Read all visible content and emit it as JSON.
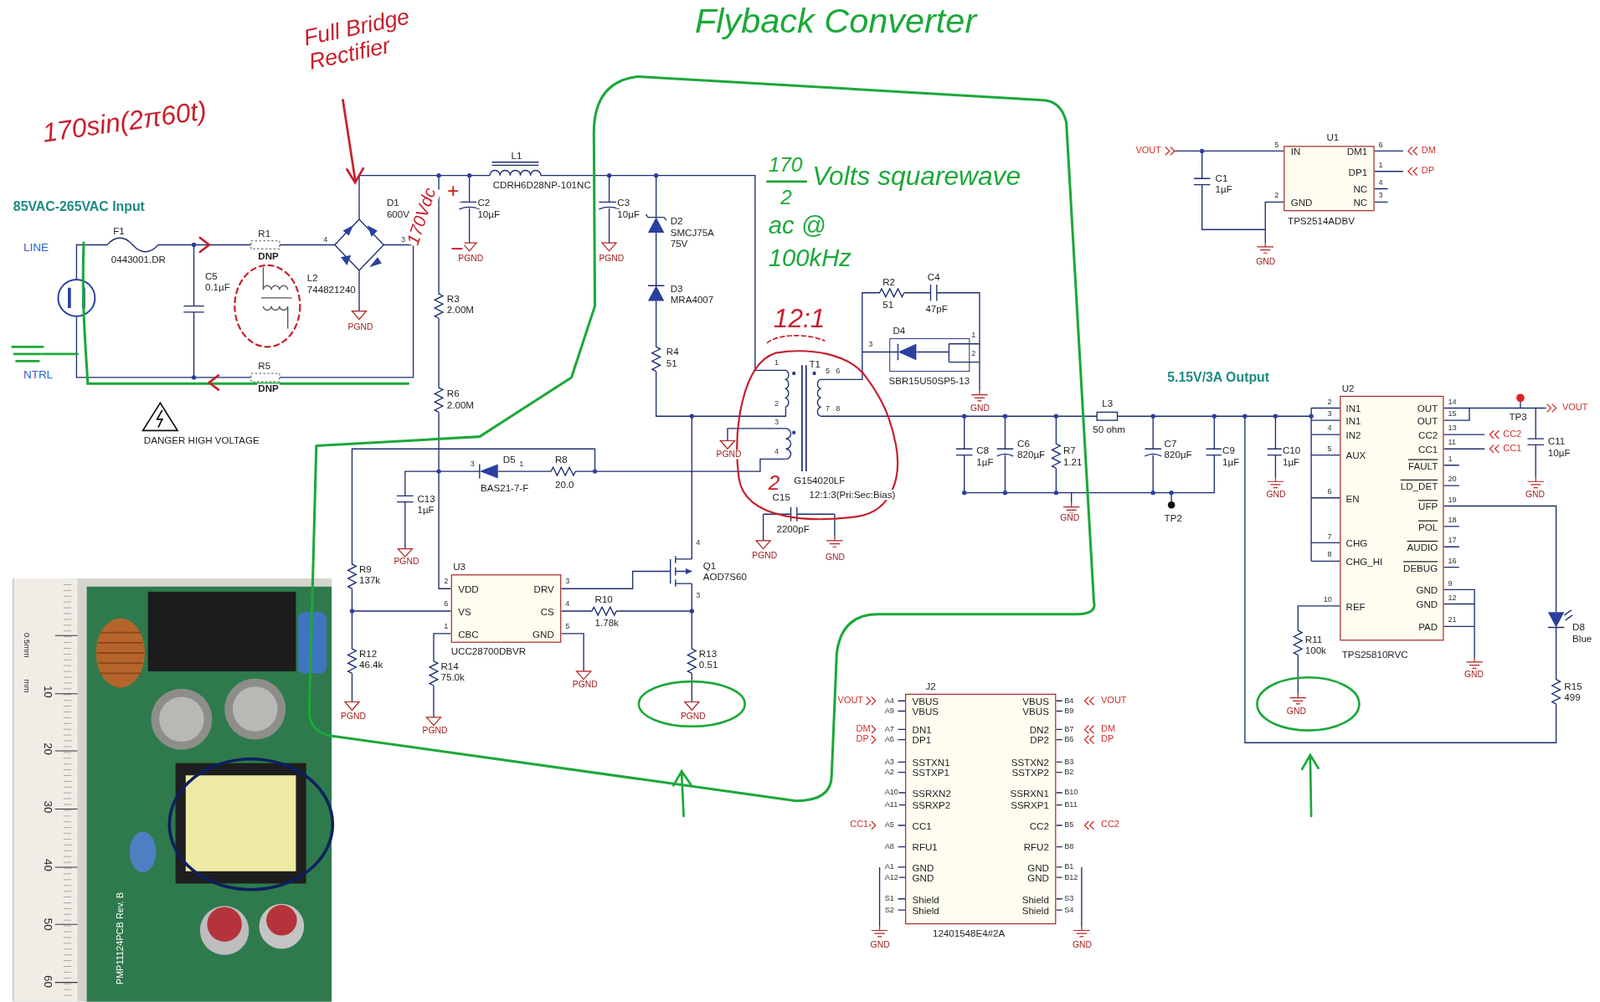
{
  "diagram": {
    "nodes": [
      {
        "text": [
          "Flyback Converter"
        ]
      },
      {
        "text": [
          "U3",
          "VDD",
          "DRV",
          "VS",
          "CS",
          "CBC",
          "GND",
          "UCC28700DBVR"
        ],
        "in": 0
      },
      {
        "text": [
          "U1",
          "IN",
          "DM1",
          "DP1",
          "NC",
          "NC",
          "GND",
          "TPS2514ADBV"
        ]
      },
      {
        "text": [
          "U2",
          "IN1",
          "IN1",
          "IN2",
          "AUX",
          "EN",
          "CHG",
          "CHG_HI",
          "REF",
          "OUT",
          "OUT",
          "CC2",
          "CC1",
          "FAULT",
          "LD_DET",
          "UFP",
          "POL",
          "AUDIO",
          "DEBUG",
          "GND",
          "GND",
          "PAD",
          "TPS25810RVC"
        ]
      },
      {
        "text": [
          "J2",
          "VBUS",
          "VBUS",
          "DN1",
          "DP1",
          "SSTXN1",
          "SSTXP1",
          "SSRXN2",
          "SSRXP2",
          "CC1",
          "RFU1",
          "GND",
          "GND",
          "Shield",
          "Shield",
          "VBUS",
          "VBUS",
          "DN2",
          "DP2",
          "SSTXN2",
          "SSTXP2",
          "SSRXN1",
          "SSRXP1",
          "CC2",
          "RFU2",
          "GND",
          "GND",
          "Shield",
          "Shield",
          "12401548E4#2A"
        ]
      }
    ],
    "labels": [
      "170sin(2π60t)",
      "Full Bridge Rectifier",
      "170Vdc",
      "+",
      "−",
      "170",
      "2",
      "Volts squarewave",
      "ac @",
      "100kHz",
      "12:1",
      "2",
      "85VAC-265VAC Input",
      "LINE",
      "NTRL",
      "F1",
      "0443001.DR",
      "C5",
      "0.1µF",
      "R1",
      "DNP",
      "L2",
      "744821240",
      "R5",
      "DNP",
      "4",
      "3",
      "D1",
      "600V",
      "PGND",
      "C2",
      "10µF",
      "PGND",
      "L1",
      "CDRH6D28NP-101NC",
      "C3",
      "10µF",
      "PGND",
      "D2",
      "SMCJ75A",
      "75V",
      "D3",
      "MRA4007",
      "R4",
      "51",
      "R3",
      "2.00M",
      "R6",
      "2.00M",
      "T1",
      "1",
      "2",
      "3",
      "4",
      "5",
      "6",
      "7",
      "8",
      "PGND",
      "G154020LF",
      "12:1:3(Pri:Sec:Bias)",
      "C15",
      "2200pF",
      "PGND",
      "GND",
      "R2",
      "51",
      "C4",
      "47pF",
      "D4",
      "3",
      "1",
      "2",
      "SBR15U50SP5-13",
      "GND",
      "5.15V/3A Output",
      "L3",
      "50 ohm",
      "C8",
      "1µF",
      "C6",
      "820µF",
      "R7",
      "1.21",
      "GND",
      "C7",
      "820µF",
      "C9",
      "1µF",
      "TP2",
      "D5",
      "3",
      "1",
      "BAS21-7-F",
      "R8",
      "20.0",
      "C13",
      "1µF",
      "PGND",
      "R9",
      "137k",
      "R12",
      "46.4k",
      "PGND",
      "2",
      "6",
      "1",
      "3",
      "4",
      "5",
      "R10",
      "1.78k",
      "R14",
      "75.0k",
      "PGND",
      "PGND",
      "Q1",
      "AOD7S60",
      "4",
      "3",
      "R13",
      "0.51",
      "PGND",
      "DANGER HIGH VOLTAGE",
      "VOUT",
      "5",
      "C1",
      "1µF",
      "2",
      "GND",
      "6",
      "1",
      "4",
      "3",
      "DM",
      "DP",
      "2",
      "3",
      "4",
      "5",
      "6",
      "7",
      "8",
      "10",
      "14",
      "15",
      "13",
      "11",
      "1",
      "20",
      "19",
      "18",
      "17",
      "16",
      "9",
      "12",
      "21",
      "TP3",
      "VOUT",
      "CC2",
      "CC1",
      "C11",
      "10µF",
      "GND",
      "C10",
      "1µF",
      "GND",
      "R11",
      "100k",
      "GND",
      "D8",
      "Blue",
      "R15",
      "499",
      "GND",
      "A4",
      "A9",
      "A7",
      "A6",
      "A3",
      "A2",
      "A10",
      "A11",
      "A5",
      "A8",
      "A1",
      "A12",
      "S1",
      "S2",
      "B4",
      "B9",
      "B7",
      "B6",
      "B3",
      "B2",
      "B10",
      "B11",
      "B5",
      "B8",
      "B1",
      "B12",
      "S3",
      "S4",
      "VOUT",
      "DM",
      "DP",
      "CC1",
      "VOUT",
      "DM",
      "DP",
      "CC2",
      "GND",
      "GND",
      "0.5mm",
      "mm",
      "10",
      "20",
      "30",
      "40",
      "50",
      "60",
      "PMP11124PCB Rev. B"
    ]
  }
}
